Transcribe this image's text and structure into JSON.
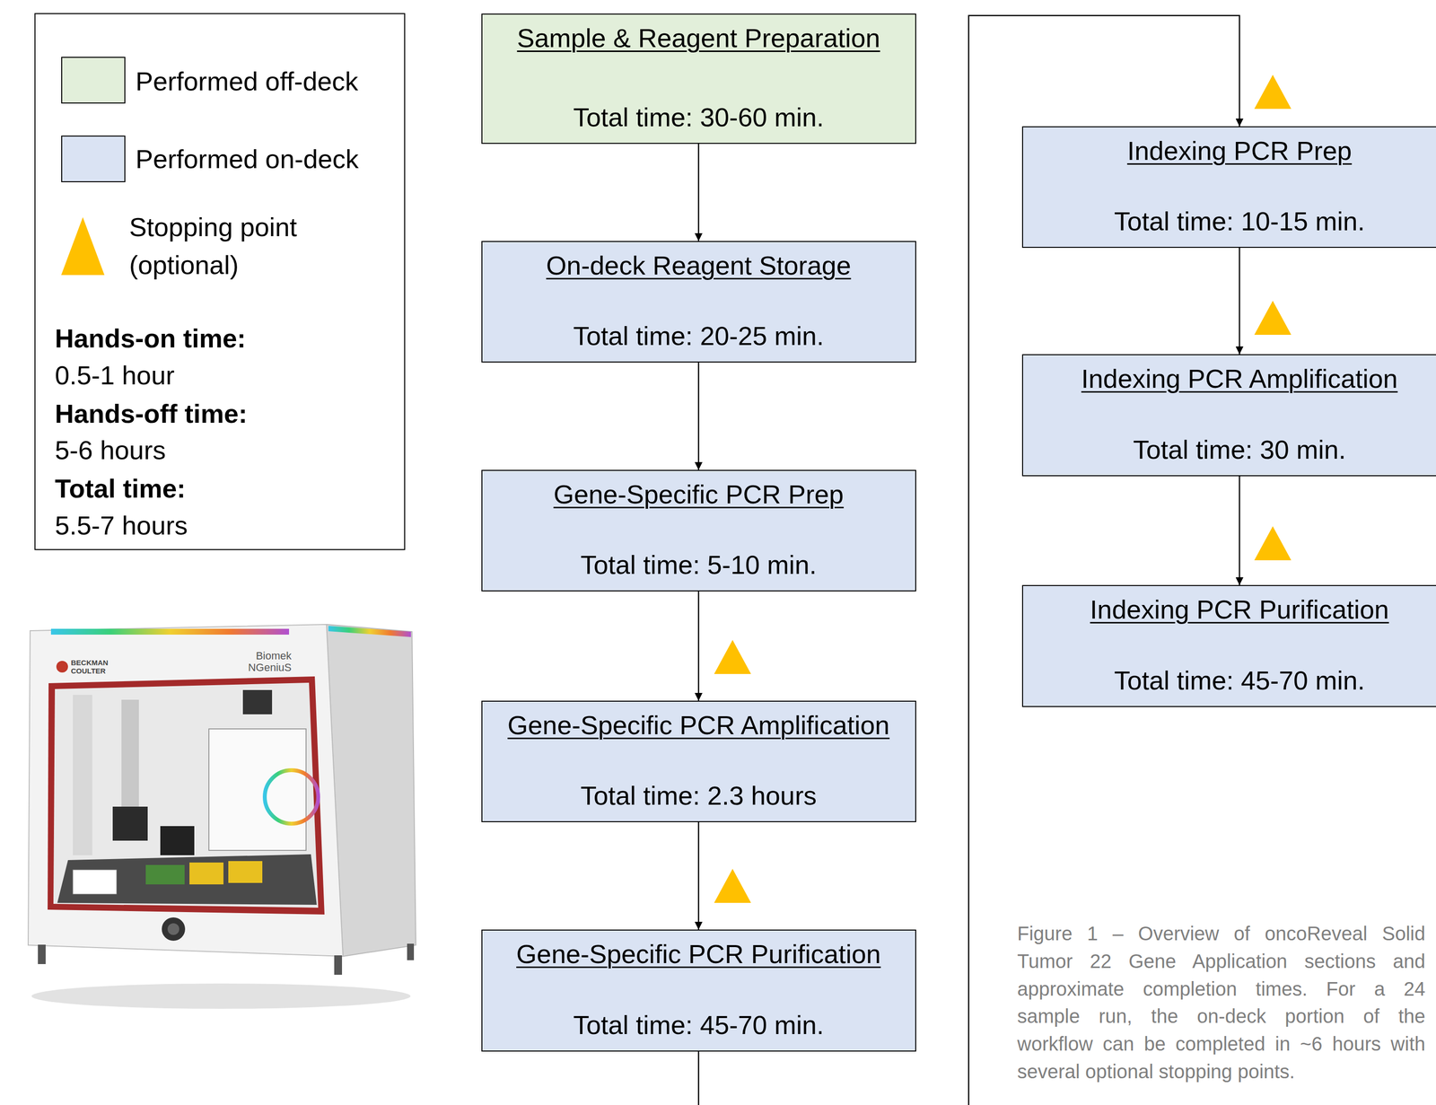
{
  "diagram": {
    "caption": "Figure 1 – Overview of oncoReveal Solid Tumor 22 Gene Application sections and approximate completion times. For a 24 sample run, the on-deck portion of the workflow can be completed in ~6 hours with several optional stopping points.",
    "nodes": [
      {
        "text": [
          "Sample & Reagent Preparation",
          "Total time: 30-60 min."
        ]
      },
      {
        "text": [
          "On-deck Reagent Storage",
          "Total time: 20-25 min."
        ]
      },
      {
        "text": [
          "Gene-Specific PCR Prep",
          "Total time: 5-10 min."
        ]
      },
      {
        "text": [
          "Gene-Specific PCR Amplification",
          "Total time: 2.3 hours"
        ]
      },
      {
        "text": [
          "Gene-Specific PCR Purification",
          "Total time: 45-70 min."
        ]
      },
      {
        "text": [
          "Indexing PCR Prep",
          "Total time: 10-15 min."
        ]
      },
      {
        "text": [
          "Indexing PCR Amplification",
          "Total time: 30 min."
        ]
      },
      {
        "text": [
          "Indexing PCR Purification",
          "Total time: 45-70 min."
        ]
      }
    ],
    "edges": [
      {
        "from": 0,
        "to": 1,
        "arrow": "to"
      },
      {
        "from": 1,
        "to": 2,
        "arrow": "to"
      },
      {
        "from": 2,
        "to": 3,
        "arrow": "to"
      },
      {
        "from": 3,
        "to": 4,
        "arrow": "to"
      },
      {
        "from": 4,
        "to": 5,
        "arrow": "to"
      },
      {
        "from": 5,
        "to": 6,
        "arrow": "to"
      },
      {
        "from": 6,
        "to": 7,
        "arrow": "to"
      }
    ],
    "labels": [
      "Hands-on time:",
      "0.5-1 hour",
      "Hands-off time:",
      "5-6 hours",
      "Total time:",
      "5.5-7 hours",
      "BECKMAN COULTER",
      "Biomek NGeniuS"
    ],
    "legend": [
      {
        "text": "Performed off-deck",
        "color": "#e2efda"
      },
      {
        "text": "Performed on-deck",
        "color": "#dae3f3"
      },
      {
        "text": "Stopping point (optional)"
      }
    ]
  }
}
